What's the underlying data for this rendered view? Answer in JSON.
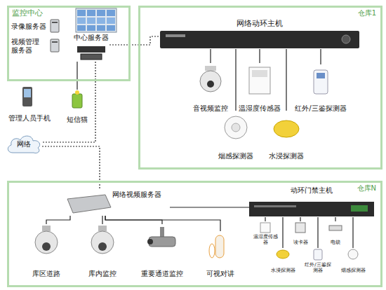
{
  "diagram": {
    "nodes": [
      {
        "text": [
          "监控中心"
        ]
      },
      {
        "text": [
          "录像服务器"
        ],
        "in": 0
      },
      {
        "text": [
          "视频管理服务器"
        ],
        "in": 0
      },
      {
        "text": [
          "中心服务器"
        ],
        "in": 0
      },
      {
        "text": [
          "仓库1"
        ]
      },
      {
        "text": [
          "网络动环主机"
        ],
        "in": 4
      },
      {
        "text": [
          "音视频监控"
        ],
        "in": 4
      },
      {
        "text": [
          "温湿度传感器"
        ],
        "in": 4
      },
      {
        "text": [
          "红外/三鉴探测器"
        ],
        "in": 4
      },
      {
        "text": [
          "烟感探测器"
        ],
        "in": 4
      },
      {
        "text": [
          "水浸探测器"
        ],
        "in": 4
      },
      {
        "text": [
          "管理人员手机"
        ]
      },
      {
        "text": [
          "短信猫"
        ]
      },
      {
        "text": [
          "网络"
        ]
      },
      {
        "text": [
          "仓库N"
        ]
      },
      {
        "text": [
          "网络视频服务器"
        ],
        "in": 14
      },
      {
        "text": [
          "库区道路"
        ],
        "in": 14
      },
      {
        "text": [
          "库内监控"
        ],
        "in": 14
      },
      {
        "text": [
          "重要通道监控"
        ],
        "in": 14
      },
      {
        "text": [
          "可视对讲"
        ],
        "in": 14
      },
      {
        "text": [
          "动环门禁主机"
        ],
        "in": 14
      },
      {
        "text": [
          "温湿度传感器"
        ],
        "in": 14
      },
      {
        "text": [
          "读卡器"
        ],
        "in": 14
      },
      {
        "text": [
          "电锁"
        ],
        "in": 14
      },
      {
        "text": [
          "水浸探测器"
        ],
        "in": 14
      },
      {
        "text": [
          "红外/三鉴探测器"
        ],
        "in": 14
      },
      {
        "text": [
          "烟感探测器"
        ],
        "in": 14
      }
    ],
    "edges": [
      {
        "from": 3,
        "to": 5,
        "arrow": "none"
      },
      {
        "from": 3,
        "to": 13,
        "arrow": "none"
      },
      {
        "from": 12,
        "to": 3,
        "arrow": "none"
      },
      {
        "from": 13,
        "to": 15,
        "arrow": "none"
      },
      {
        "from": 5,
        "to": 6,
        "arrow": "none"
      },
      {
        "from": 5,
        "to": 7,
        "arrow": "none"
      },
      {
        "from": 5,
        "to": 8,
        "arrow": "none"
      },
      {
        "from": 5,
        "to": 9,
        "arrow": "none"
      },
      {
        "from": 5,
        "to": 10,
        "arrow": "none"
      },
      {
        "from": 15,
        "to": 16,
        "arrow": "none"
      },
      {
        "from": 15,
        "to": 17,
        "arrow": "none"
      },
      {
        "from": 15,
        "to": 18,
        "arrow": "none"
      },
      {
        "from": 15,
        "to": 19,
        "arrow": "none"
      },
      {
        "from": 15,
        "to": 20,
        "arrow": "none"
      },
      {
        "from": 20,
        "to": 21,
        "arrow": "none"
      },
      {
        "from": 20,
        "to": 22,
        "arrow": "none"
      },
      {
        "from": 20,
        "to": 23,
        "arrow": "none"
      },
      {
        "from": 20,
        "to": 24,
        "arrow": "none"
      },
      {
        "from": 20,
        "to": 25,
        "arrow": "none"
      },
      {
        "from": 20,
        "to": 26,
        "arrow": "none"
      }
    ]
  }
}
